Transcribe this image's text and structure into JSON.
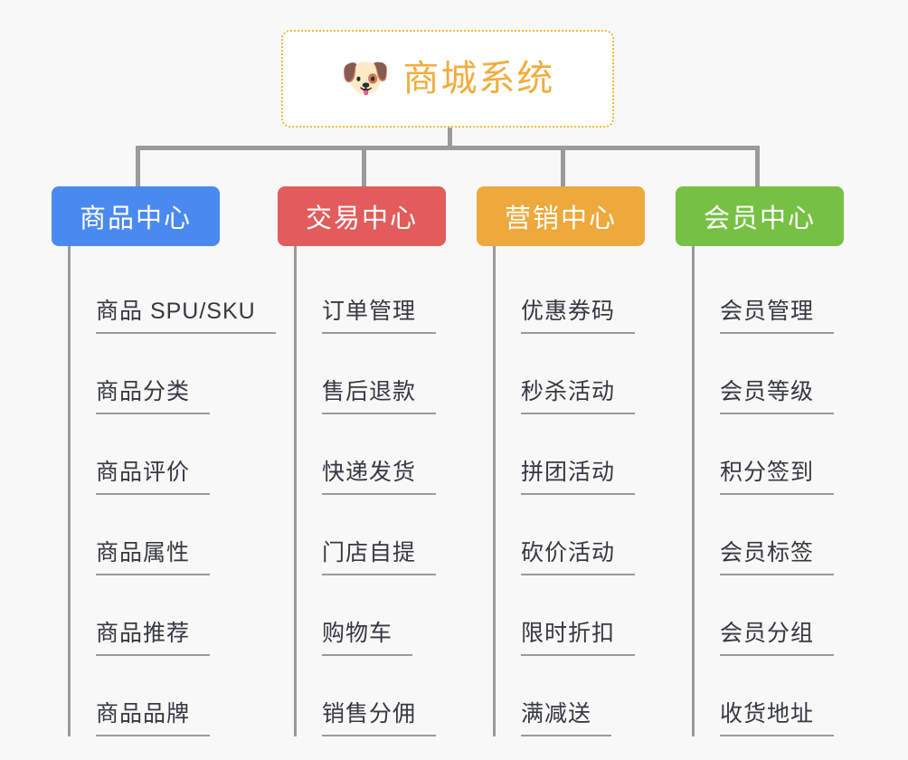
{
  "page": {
    "background": "#f8f8f8",
    "line_color": "#9a9a9a",
    "text_color": "#36393d"
  },
  "root": {
    "icon": "dog-face-emoji",
    "icon_glyph": "🐶",
    "title": "商城系统",
    "title_color": "#f0ad3e",
    "border_color": "#f3b93e",
    "border_style": "dotted"
  },
  "columns": [
    {
      "id": "product-center",
      "header": "商品中心",
      "color": "#4a8af0",
      "items": [
        {
          "label": "商品 SPU/SKU"
        },
        {
          "label": "商品分类"
        },
        {
          "label": "商品评价"
        },
        {
          "label": "商品属性"
        },
        {
          "label": "商品推荐"
        },
        {
          "label": "商品品牌"
        }
      ]
    },
    {
      "id": "trade-center",
      "header": "交易中心",
      "color": "#e25c5c",
      "items": [
        {
          "label": "订单管理"
        },
        {
          "label": "售后退款"
        },
        {
          "label": "快递发货"
        },
        {
          "label": "门店自提"
        },
        {
          "label": "购物车"
        },
        {
          "label": "销售分佣"
        }
      ]
    },
    {
      "id": "marketing-center",
      "header": "营销中心",
      "color": "#eda93c",
      "items": [
        {
          "label": "优惠券码"
        },
        {
          "label": "秒杀活动"
        },
        {
          "label": "拼团活动"
        },
        {
          "label": "砍价活动"
        },
        {
          "label": "限时折扣"
        },
        {
          "label": "满减送"
        }
      ]
    },
    {
      "id": "member-center",
      "header": "会员中心",
      "color": "#76c143",
      "items": [
        {
          "label": "会员管理"
        },
        {
          "label": "会员等级"
        },
        {
          "label": "积分签到"
        },
        {
          "label": "会员标签"
        },
        {
          "label": "会员分组"
        },
        {
          "label": "收货地址"
        }
      ]
    }
  ]
}
